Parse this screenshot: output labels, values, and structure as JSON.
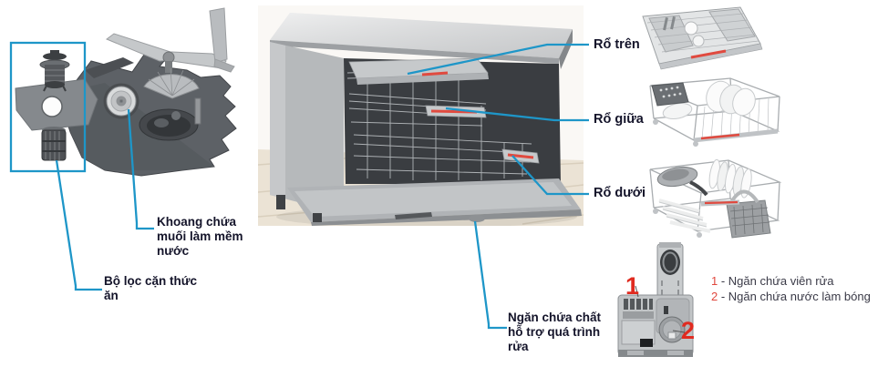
{
  "colors": {
    "leader_blue": "#1e96c8",
    "label_text": "#14142a",
    "legend_text": "#3a3a47",
    "accent_red": "#e0483e",
    "marker_red": "#e02b20",
    "rack_red": "#e04a3f"
  },
  "labels": {
    "salt_compartment": "Khoang chứa muối làm mềm nước",
    "food_filter": "Bộ lọc cặn thức ăn",
    "top_basket": "Rổ trên",
    "middle_basket": "Rổ giữa",
    "bottom_basket": "Rổ dưới",
    "detergent_dispenser": "Ngăn chứa chất hỗ trợ quá trình rửa"
  },
  "dispenser_markers": {
    "tablet_compartment": "1",
    "rinse_aid_compartment": "2"
  },
  "legend": {
    "items": [
      {
        "number": "1",
        "text": " - Ngăn chứa viên rửa"
      },
      {
        "number": "2",
        "text": " - Ngăn chứa nước làm bóng"
      }
    ]
  }
}
